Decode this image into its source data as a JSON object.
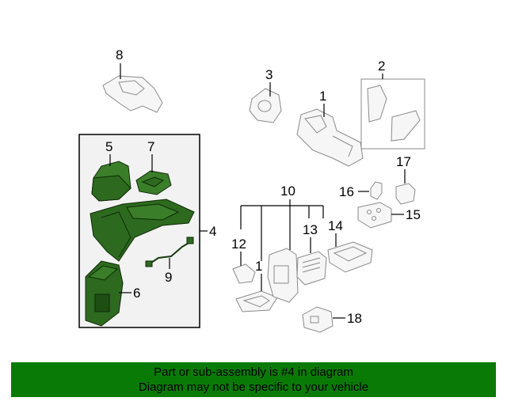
{
  "callouts": {
    "c1": "1",
    "c1b": "1",
    "c2": "2",
    "c3": "3",
    "c4": "4",
    "c5": "5",
    "c6": "6",
    "c7": "7",
    "c8": "8",
    "c9": "9",
    "c10": "10",
    "c12": "12",
    "c13": "13",
    "c14": "14",
    "c15": "15",
    "c16": "16",
    "c17": "17",
    "c18": "18"
  },
  "colors": {
    "highlight": "#2d6a1f",
    "banner": "#0a7a06",
    "panel": "#f2f2f2"
  },
  "banner": {
    "line1": "Part or sub-assembly is #4 in diagram",
    "line2": "Diagram may not be specific to your vehicle"
  }
}
